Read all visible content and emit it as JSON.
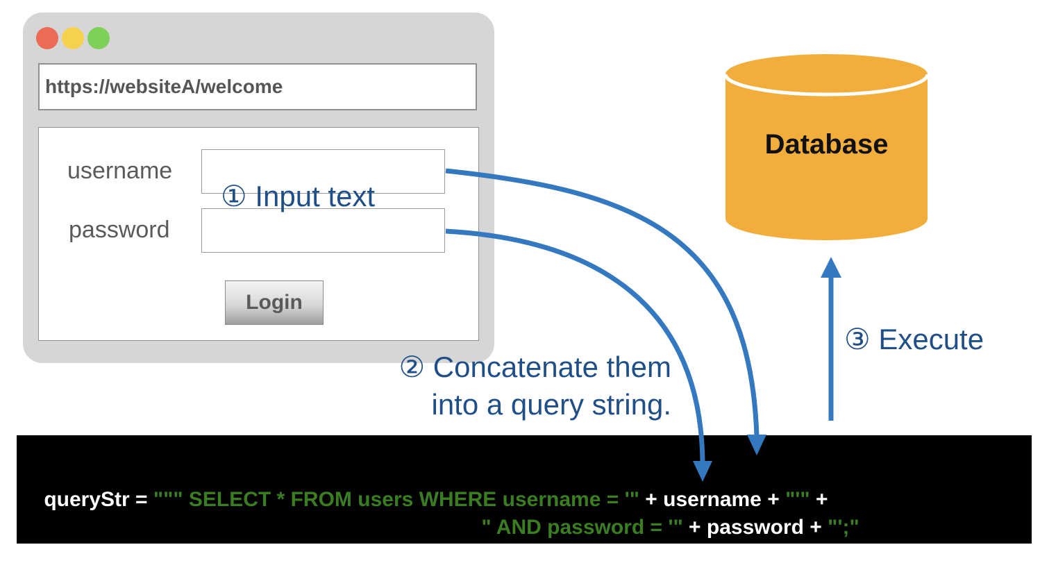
{
  "browser": {
    "url": "https://websiteA/welcome",
    "form": {
      "username_label": "username",
      "password_label": "password",
      "login_label": "Login"
    }
  },
  "steps": {
    "input": "① Input text",
    "concat_line1": "② Concatenate them",
    "concat_line2": "into a query string.",
    "execute": "③ Execute"
  },
  "database": {
    "label": "Database",
    "color": "#f2ae3d"
  },
  "code": {
    "line1": [
      {
        "text": "queryStr = ",
        "kind": "code"
      },
      {
        "text": "\"\"\" SELECT * FROM users WHERE username = '\" ",
        "kind": "string"
      },
      {
        "text": "+ username + ",
        "kind": "code"
      },
      {
        "text": "\"'\"",
        "kind": "string"
      },
      {
        "text": " +",
        "kind": "code"
      }
    ],
    "line2": [
      {
        "text": "\" AND password = '\" ",
        "kind": "string"
      },
      {
        "text": "+ password + ",
        "kind": "code"
      },
      {
        "text": "\"';\"",
        "kind": "string"
      }
    ]
  },
  "colors": {
    "arrow": "#3478c0",
    "step_text": "#1f4f86",
    "code_string": "#3a7d22",
    "code_plain": "#ffffff"
  }
}
